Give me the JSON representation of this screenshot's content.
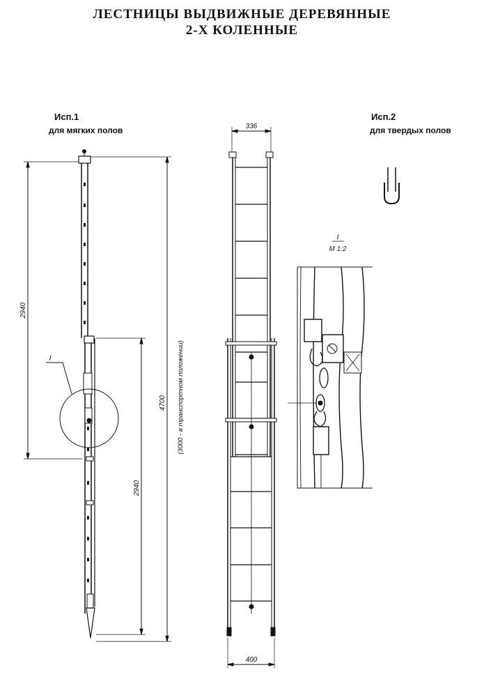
{
  "title": {
    "line1": "ЛЕСТНИЦЫ ВЫДВИЖНЫЕ ДЕРЕВЯННЫЕ",
    "line2": "2-Х КОЛЕННЫЕ"
  },
  "variant1": {
    "label": "Исп.1",
    "sublabel": "для мягких полов"
  },
  "variant2": {
    "label": "Исп.2",
    "sublabel": "для твердых полов"
  },
  "dimensions": {
    "upper_height": "2940",
    "lower_height": "2940",
    "total_height": "4700",
    "transport_note": "(3000 - в транспортном положении)",
    "top_width": "336",
    "bottom_width": "400"
  },
  "detail": {
    "marker": "I",
    "view_label": "I",
    "scale": "M 1:2"
  }
}
